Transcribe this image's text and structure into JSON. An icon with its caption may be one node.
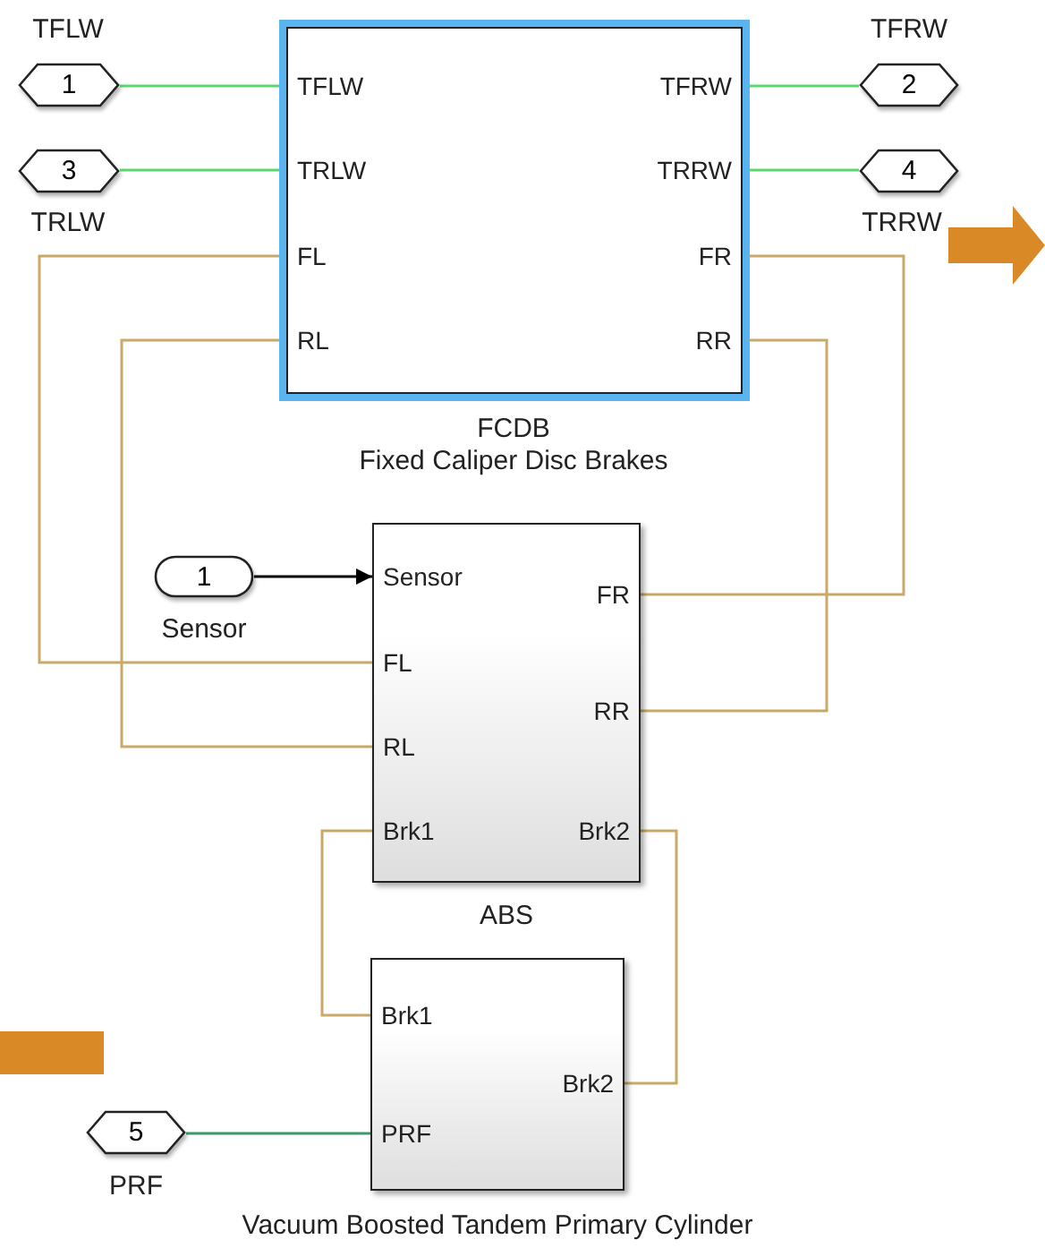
{
  "diagram": {
    "nodes": [
      {
        "text": [
          "1"
        ],
        "beside": [
          "TFLW"
        ]
      },
      {
        "text": [
          "3"
        ],
        "beside": [
          "TRLW"
        ]
      },
      {
        "text": [
          "2"
        ],
        "beside": [
          "TFRW"
        ]
      },
      {
        "text": [
          "4"
        ],
        "beside": [
          "TRRW"
        ]
      },
      {
        "text": [
          "TFLW",
          "TRLW",
          "FL",
          "RL",
          "TFRW",
          "TRRW",
          "FR",
          "RR"
        ],
        "beside": [
          "FCDB",
          "Fixed Caliper Disc Brakes"
        ]
      },
      {
        "text": [
          "1"
        ],
        "beside": [
          "Sensor"
        ]
      },
      {
        "text": [
          "Sensor",
          "FL",
          "RL",
          "Brk1",
          "FR",
          "RR",
          "Brk2"
        ],
        "beside": [
          "ABS"
        ]
      },
      {
        "text": [
          "5"
        ],
        "beside": [
          "PRF"
        ]
      },
      {
        "text": [
          "Brk1",
          "Brk2",
          "PRF"
        ],
        "beside": [
          "Vacuum Boosted Tandem Primary Cylinder"
        ]
      }
    ],
    "edges": [
      {
        "from": 0,
        "to": 4,
        "arrow": "none",
        "color": "#5ad86e"
      },
      {
        "from": 1,
        "to": 4,
        "arrow": "none",
        "color": "#5ad86e"
      },
      {
        "from": 4,
        "to": 2,
        "arrow": "none",
        "color": "#5ad86e"
      },
      {
        "from": 4,
        "to": 3,
        "arrow": "none",
        "color": "#5ad86e"
      },
      {
        "from": 4,
        "to": 6,
        "arrow": "none"
      },
      {
        "from": 4,
        "to": 6,
        "arrow": "none"
      },
      {
        "from": 4,
        "to": 6,
        "arrow": "none"
      },
      {
        "from": 4,
        "to": 6,
        "arrow": "none"
      },
      {
        "from": 5,
        "to": 6,
        "arrow": "to",
        "color": "#000000"
      },
      {
        "from": 6,
        "to": 8,
        "arrow": "none"
      },
      {
        "from": 6,
        "to": 8,
        "arrow": "none"
      },
      {
        "from": 7,
        "to": 8,
        "arrow": "none",
        "color": "#3a9a6a"
      }
    ]
  }
}
